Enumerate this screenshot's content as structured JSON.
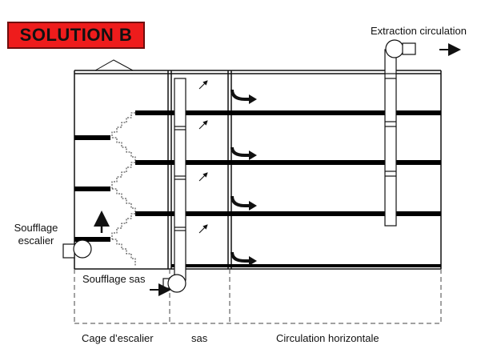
{
  "title": "SOLUTION B",
  "labels": {
    "extraction": "Extraction circulation",
    "soufflage_escalier_1": "Soufflage",
    "soufflage_escalier_2": "escalier",
    "soufflage_sas": "Soufflage sas",
    "zone_cage": "Cage d’escalier",
    "zone_sas": "sas",
    "zone_circulation": "Circulation horizontale"
  },
  "colors": {
    "title_bg": "#ee1c1c",
    "line": "#111111",
    "floor": "#000000"
  }
}
